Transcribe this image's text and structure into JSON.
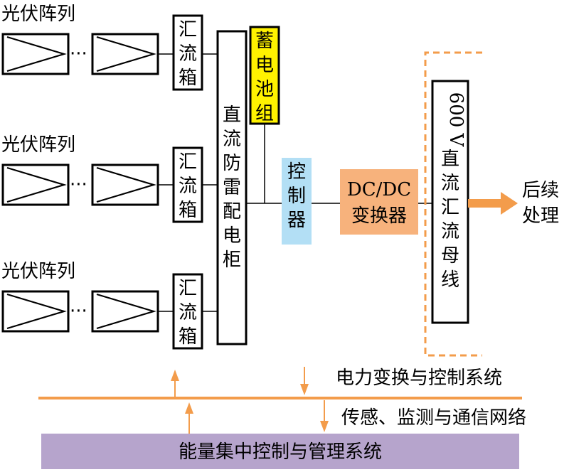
{
  "pv_array_label": "光伏阵列",
  "ellipsis": "···",
  "combiner_box": "汇流箱",
  "dc_cabinet": "直流防雷配电柜",
  "battery": "蓄电池组",
  "controller": "控制器",
  "dcdc_line1": "DC/DC",
  "dcdc_line2": "变换器",
  "bus_prefix": "600 V",
  "bus_text": "直流汇流母线",
  "followup": [
    "后续",
    "处理"
  ],
  "power_system": "电力变换与控制系统",
  "comm_network": "传感、监测与通信网络",
  "ems": "能量集中控制与管理系统",
  "colors": {
    "battery": "#fff200",
    "controller": "#b3dff5",
    "dcdc": "#f7b27c",
    "orange": "#f39c4b",
    "ems": "#b6a4cc"
  }
}
